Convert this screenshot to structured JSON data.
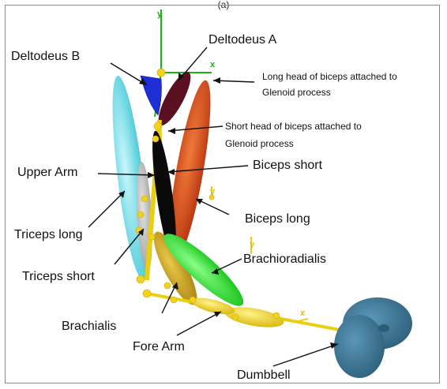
{
  "figure": {
    "caption": "(a)",
    "labels": {
      "deltoideus_a": "Deltodeus A",
      "deltoideus_b": "Deltodeus B",
      "long_head_line1": "Long head of biceps attached to",
      "long_head_line2": "Glenoid process",
      "short_head_line1": "Short head of biceps attached to",
      "short_head_line2": "Glenoid process",
      "upper_arm": "Upper Arm",
      "biceps_short": "Biceps short",
      "biceps_long": "Biceps long",
      "triceps_long": "Triceps long",
      "triceps_short": "Triceps short",
      "brachioradialis": "Brachioradialis",
      "brachialis": "Brachialis",
      "fore_arm": "Fore Arm",
      "dumbbell": "Dumbbell"
    },
    "axes": {
      "y_top": "y",
      "x_shoulder": "x",
      "y_elbow": "y",
      "y_brachio": "y",
      "x_forearm": "x"
    },
    "colors": {
      "deltoideus_a": "#5a1020",
      "deltoideus_b": "#1f2fd6",
      "biceps_long": "#d94418",
      "triceps_long": "#6fe0ec",
      "triceps_short": "#b8b8b8",
      "upper_arm": "#f2d21a",
      "biceps_short": "#0a0a0a",
      "brachioradialis": "#22e022",
      "brachialis": "#c9a314",
      "fore_arm": "#f2d21a",
      "dumbbell": "#3f7a99",
      "axis_green": "#19b319",
      "axis_yellow": "#e8cf12"
    }
  }
}
